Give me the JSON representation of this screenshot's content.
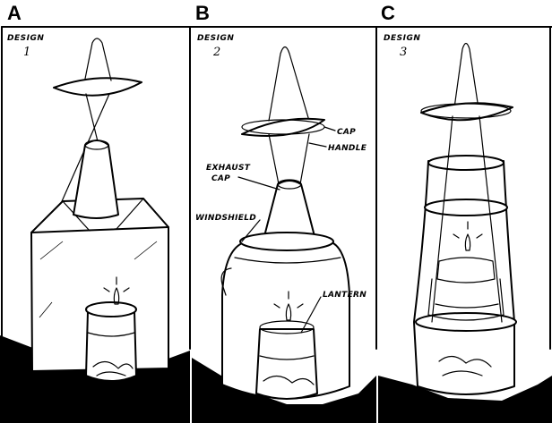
{
  "panels": [
    {
      "letter": "A",
      "design_word": "DESIGN",
      "design_number": "1"
    },
    {
      "letter": "B",
      "design_word": "DESIGN",
      "design_number": "2"
    },
    {
      "letter": "C",
      "design_word": "DESIGN",
      "design_number": "3"
    }
  ],
  "callouts": {
    "cap": "CAP",
    "handle": "HANDLE",
    "exhaust_line1": "EXHAUST",
    "exhaust_line2": "CAP",
    "windshield": "WINDSHIELD",
    "lantern": "LANTERN"
  }
}
